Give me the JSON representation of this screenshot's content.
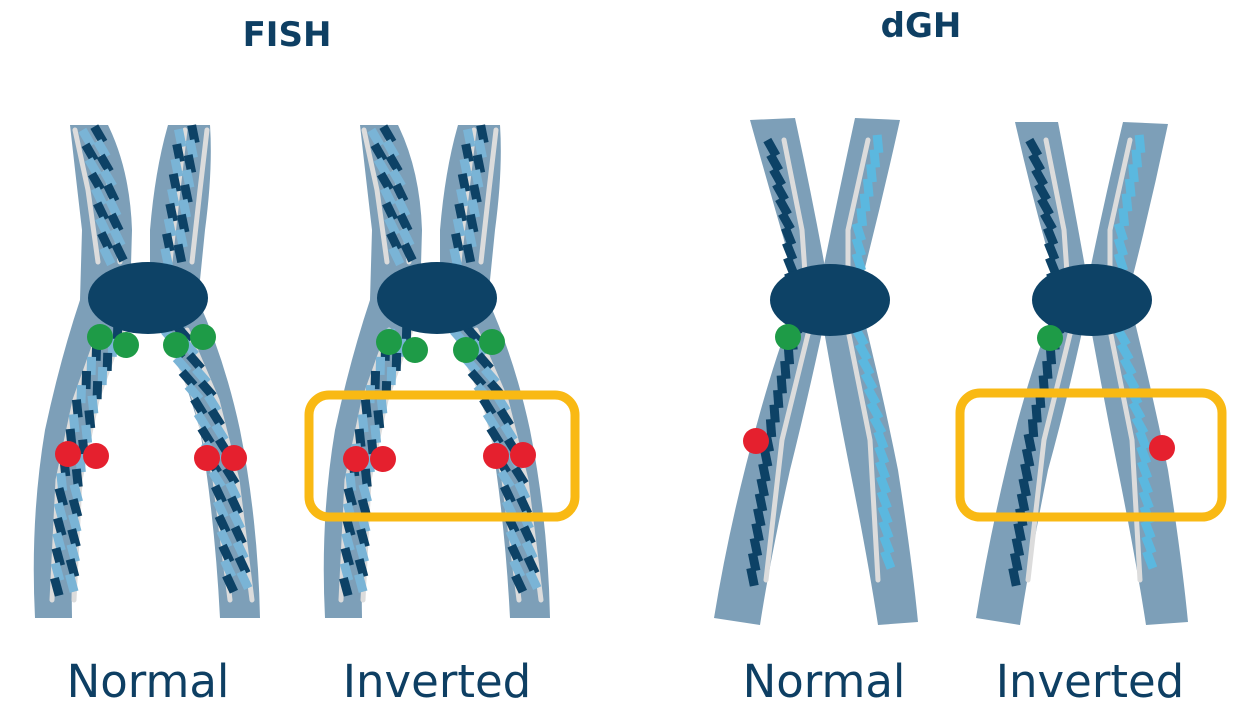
{
  "panels": [
    {
      "title": "FISH",
      "chromosomes": [
        {
          "label": "Normal",
          "state": "normal",
          "highlighted": false
        },
        {
          "label": "Inverted",
          "state": "inverted",
          "highlighted": true
        }
      ]
    },
    {
      "title": "dGH",
      "chromosomes": [
        {
          "label": "Normal",
          "state": "normal",
          "highlighted": false
        },
        {
          "label": "Inverted",
          "state": "inverted",
          "highlighted": true
        }
      ]
    }
  ],
  "colors": {
    "text": "#0e3f63",
    "chromatid": "#7d9fb8",
    "centromere": "#0d4266",
    "band_dark": "#0d4266",
    "band_light": "#7ab4d6",
    "band_bright": "#5bb8df",
    "strand": "#dcdcdc",
    "probe_green": "#1e9b47",
    "probe_red": "#e5202e",
    "highlight_box": "#f9b914"
  }
}
